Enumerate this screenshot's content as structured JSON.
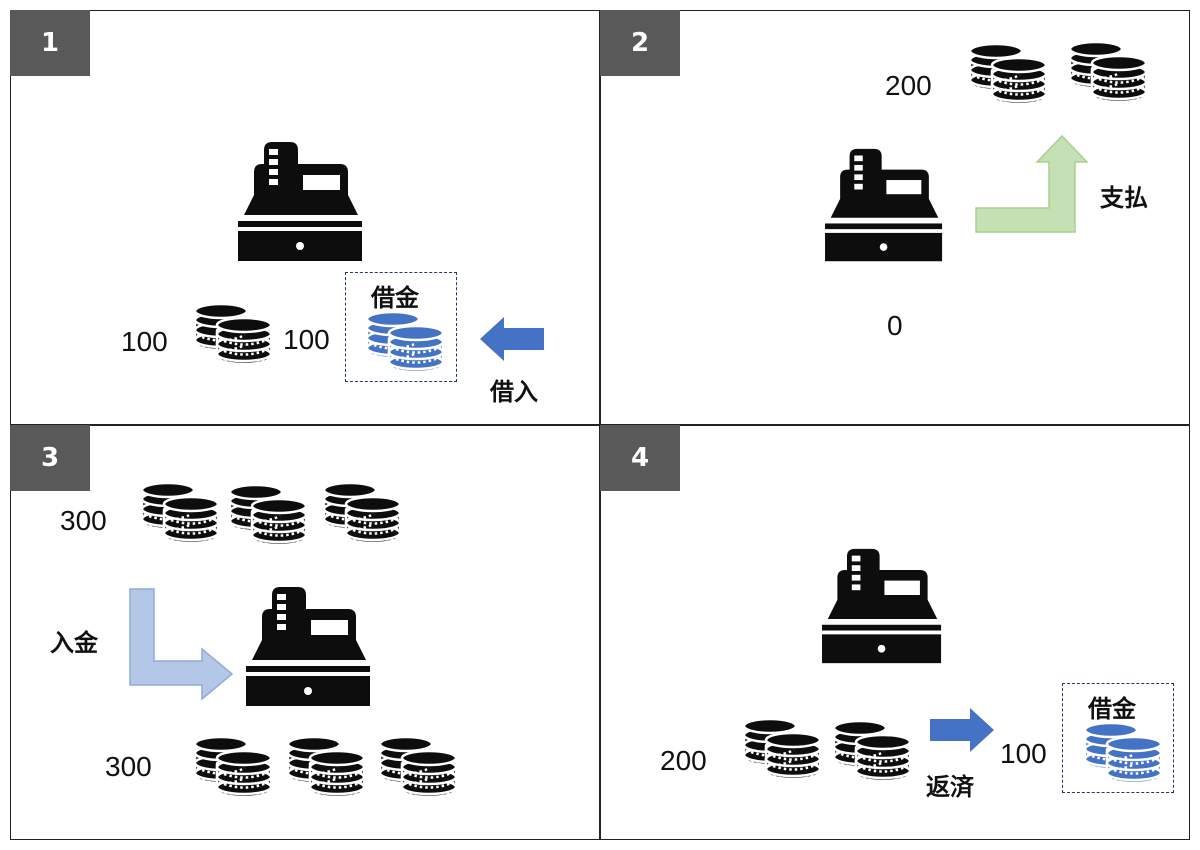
{
  "panels": [
    {
      "number": "1",
      "cash_amount": "100",
      "loan_amount": "100",
      "loan_label": "借金",
      "action_label": "借入"
    },
    {
      "number": "2",
      "coins_amount": "200",
      "register_amount": "0",
      "action_label": "支払"
    },
    {
      "number": "3",
      "top_amount": "300",
      "bottom_amount": "300",
      "action_label": "入金"
    },
    {
      "number": "4",
      "cash_amount": "200",
      "loan_amount": "100",
      "loan_label": "借金",
      "action_label": "返済"
    }
  ],
  "colors": {
    "badge": "#595959",
    "icon": "#0d0d0d",
    "loan_coins": "#4472c4",
    "borrow_arrow": "#4472c4",
    "payment_arrow": "#c5e0b4",
    "deposit_arrow": "#b4c7e7"
  },
  "icons": [
    "cash-register-icon",
    "coin-stack-icon",
    "arrow-left-icon",
    "bent-arrow-up-icon",
    "bent-arrow-right-icon",
    "arrow-right-icon"
  ]
}
